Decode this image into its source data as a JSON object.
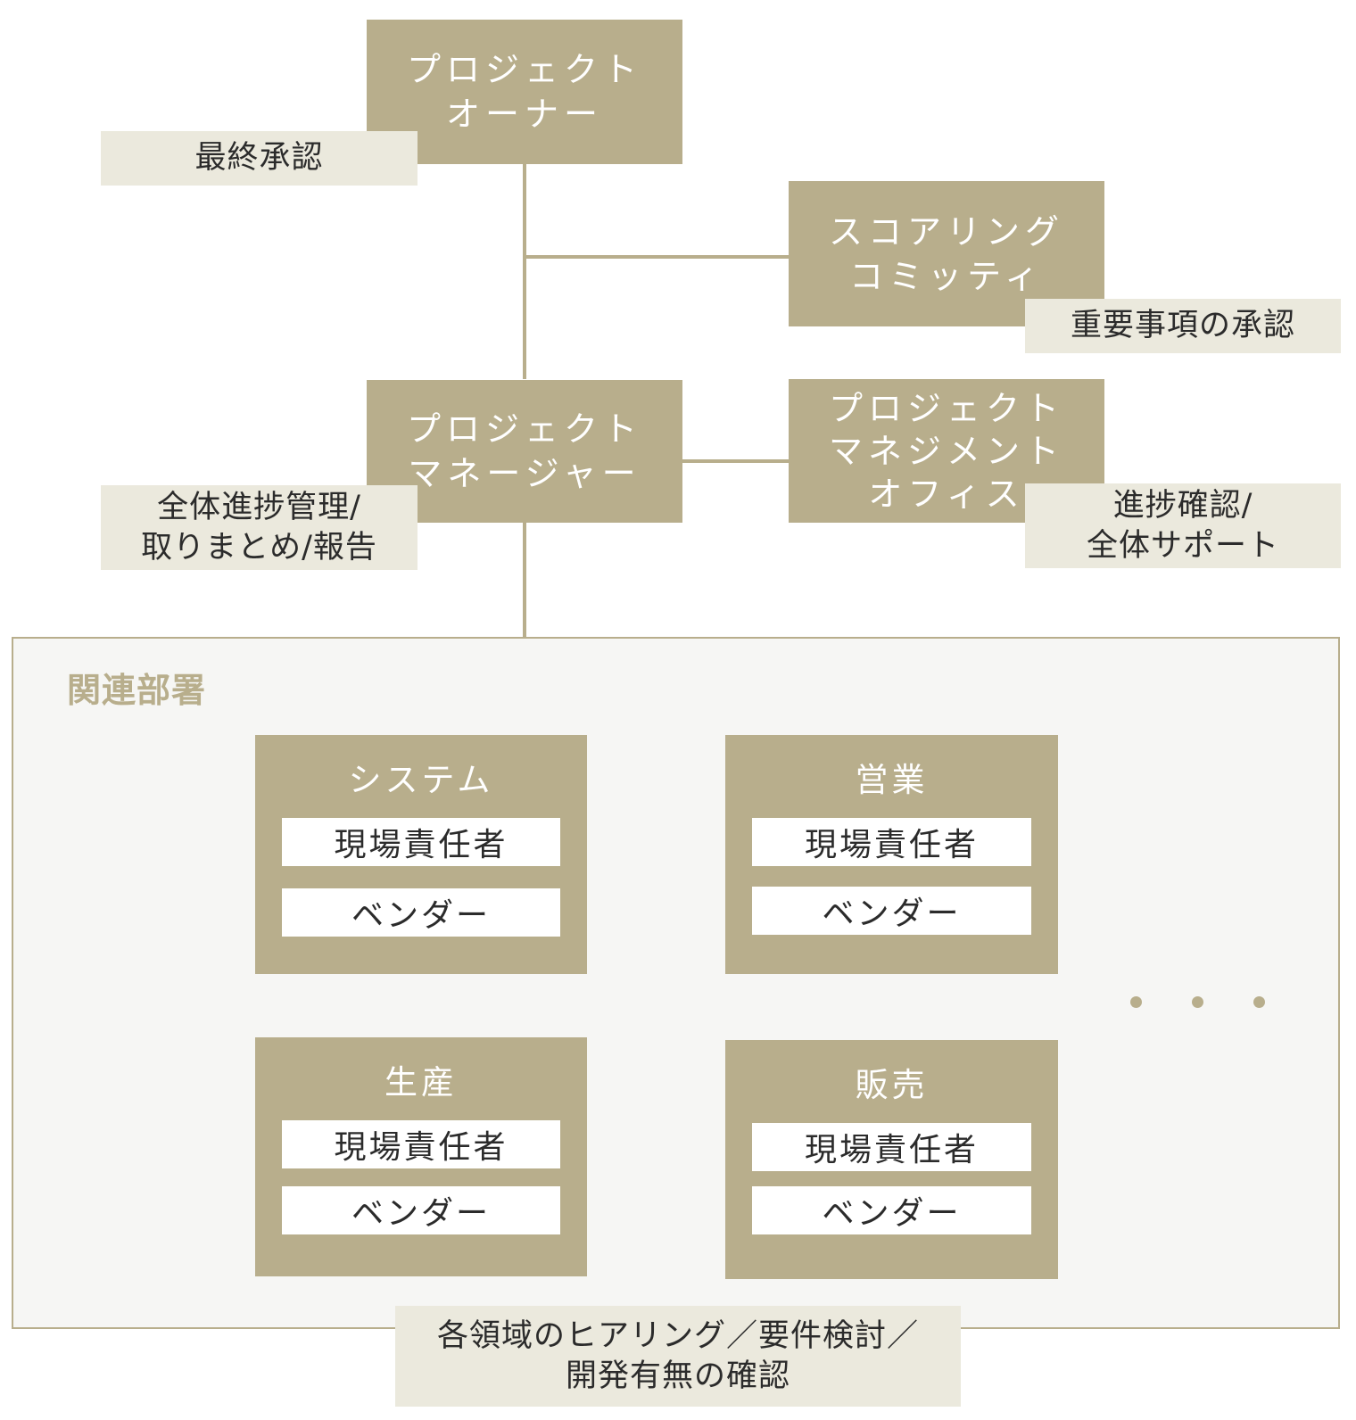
{
  "colors": {
    "box": "#b8ae8c",
    "note": "#ebe9dd",
    "panel": "#f6f6f4",
    "text": "#2b2b2b"
  },
  "owner": {
    "lines": [
      "プロジェクト",
      "オーナー"
    ],
    "note": "最終承認"
  },
  "committee": {
    "lines": [
      "スコアリング",
      "コミッティ"
    ],
    "note": "重要事項の承認"
  },
  "manager": {
    "lines": [
      "プロジェクト",
      "マネージャー"
    ],
    "note_lines": [
      "全体進捗管理/",
      "取りまとめ/報告"
    ]
  },
  "pmo": {
    "lines": [
      "プロジェクト",
      "マネジメント",
      "オフィス"
    ],
    "note_lines": [
      "進捗確認/",
      "全体サポート"
    ]
  },
  "departments": {
    "title": "関連部署",
    "items": [
      {
        "name": "システム",
        "roles": [
          "現場責任者",
          "ベンダー"
        ]
      },
      {
        "name": "営業",
        "roles": [
          "現場責任者",
          "ベンダー"
        ]
      },
      {
        "name": "生産",
        "roles": [
          "現場責任者",
          "ベンダー"
        ]
      },
      {
        "name": "販売",
        "roles": [
          "現場責任者",
          "ベンダー"
        ]
      }
    ],
    "note_lines": [
      "各領域のヒアリング／要件検討／",
      "開発有無の確認"
    ]
  }
}
